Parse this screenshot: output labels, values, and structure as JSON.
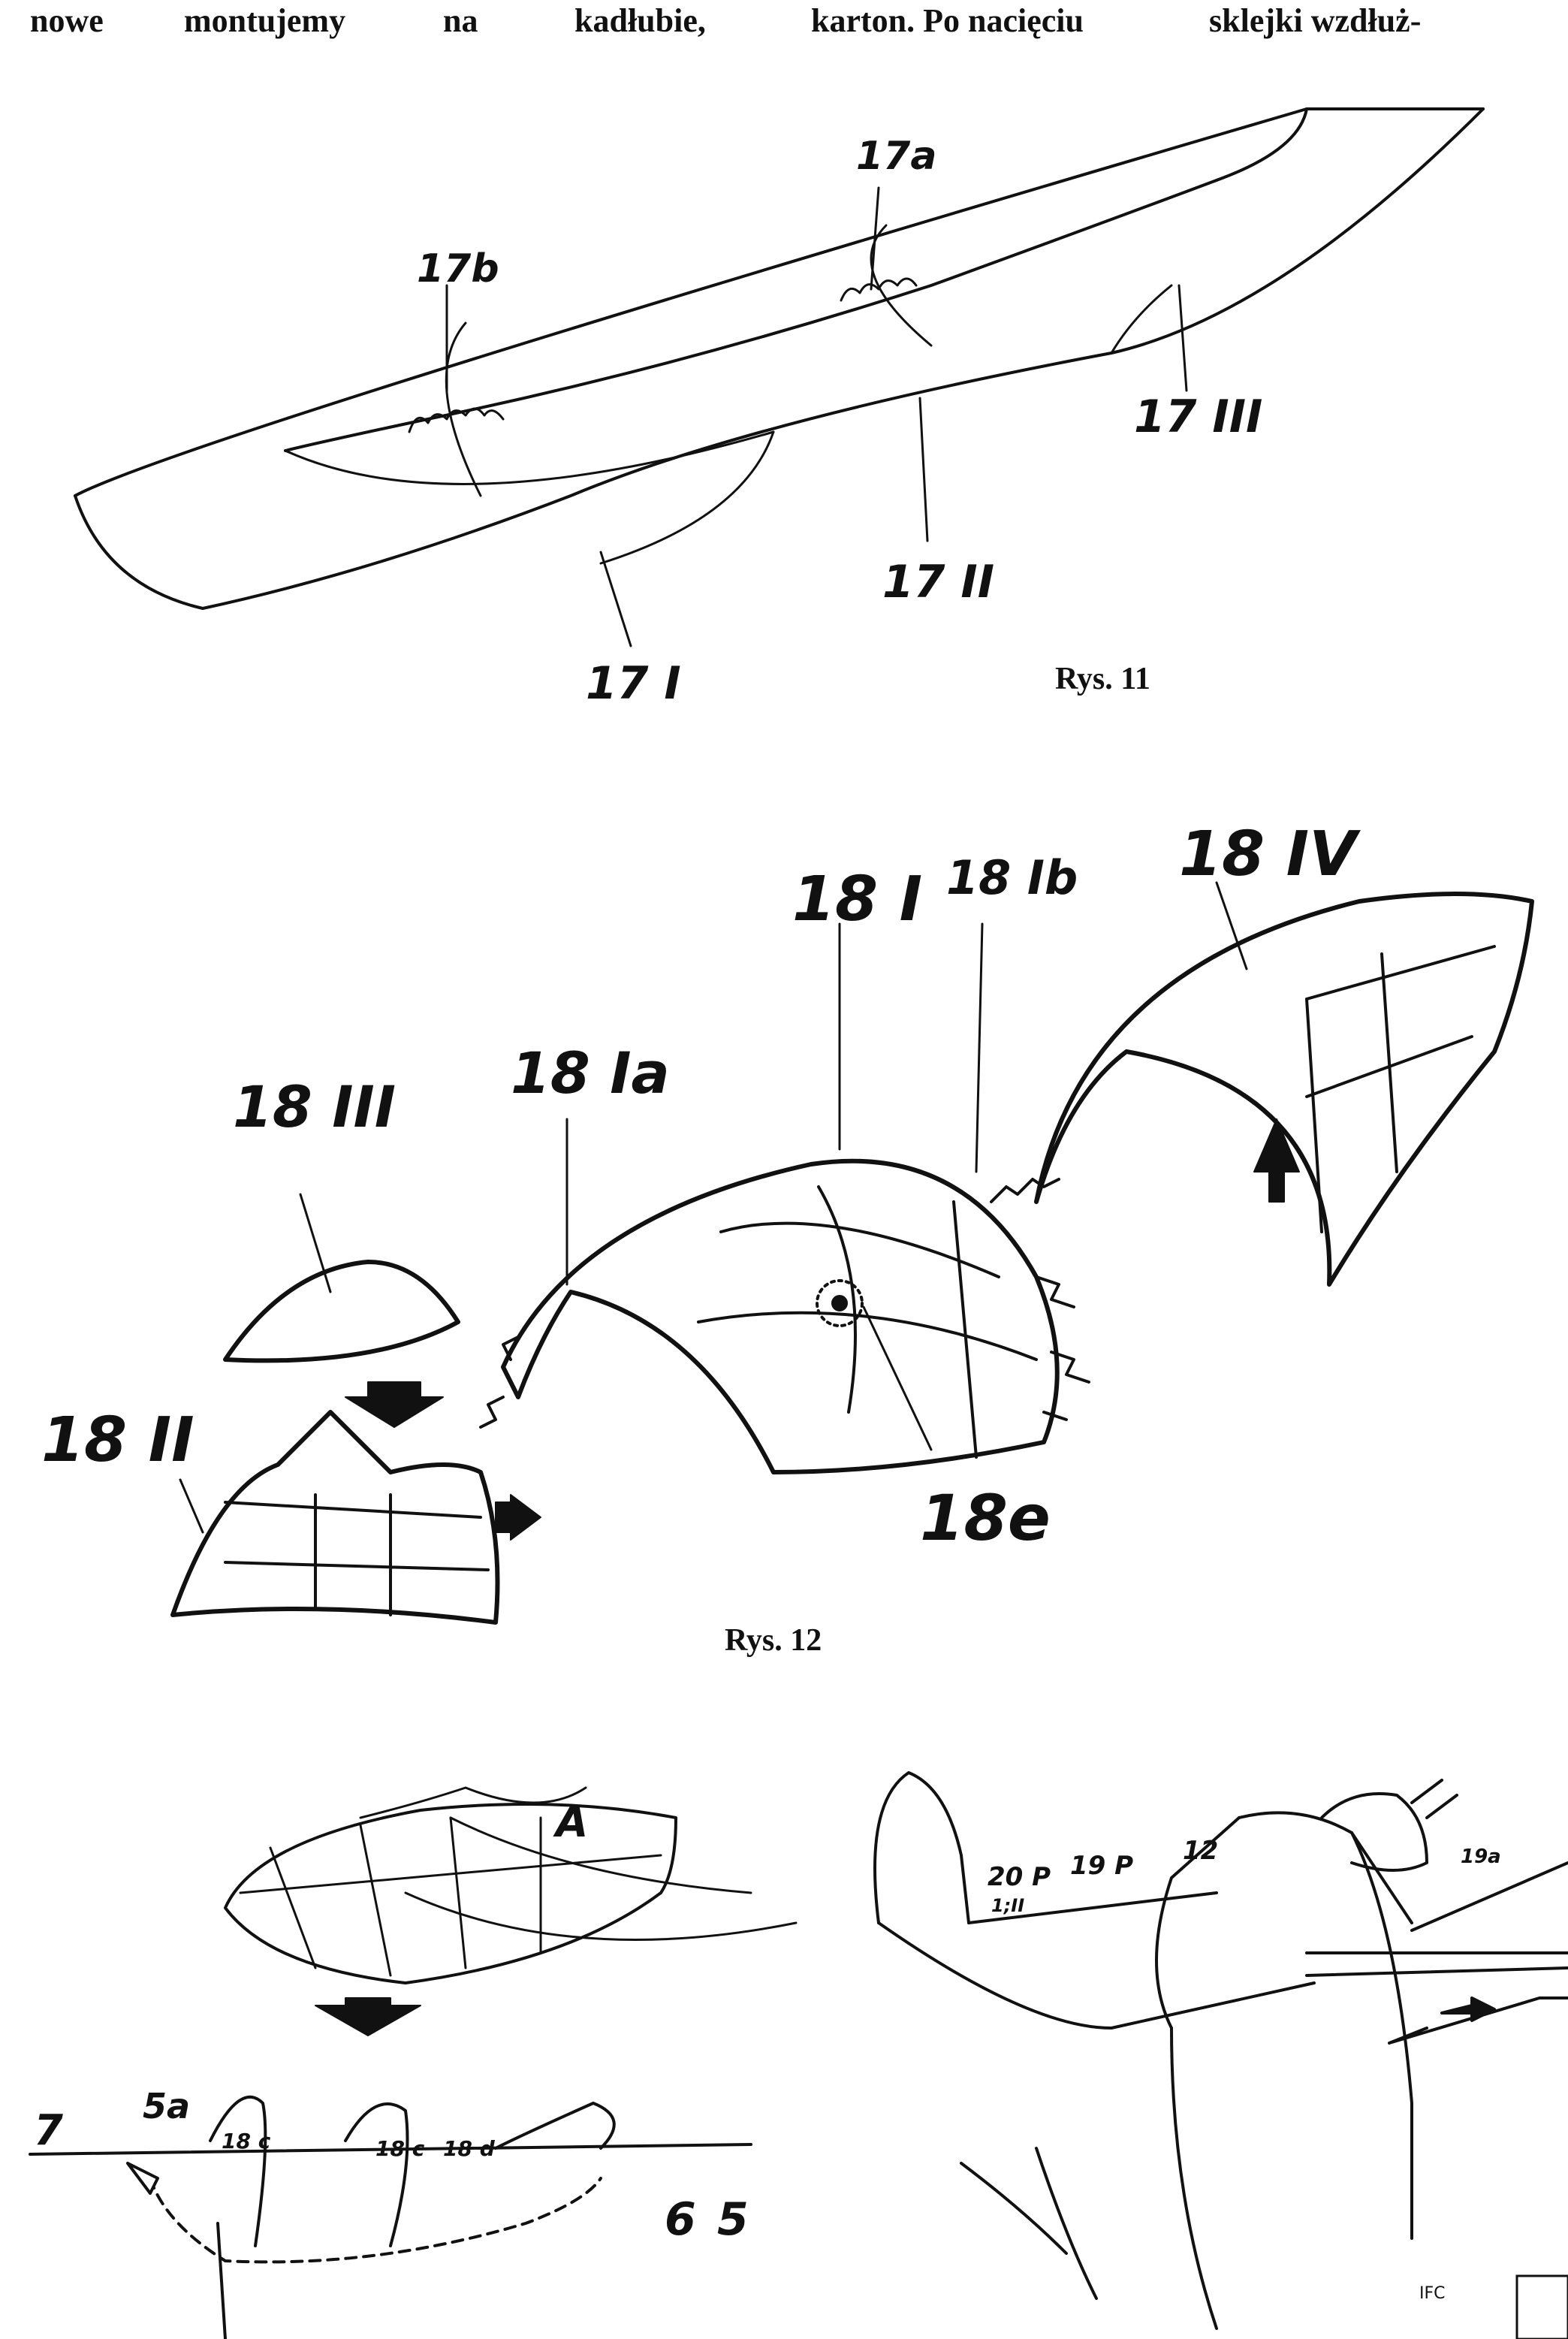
{
  "header_words": [
    "nowe",
    "montujemy",
    "na",
    "kadłubie,",
    "karton. Po nacięciu",
    "sklejki wzdłuż-"
  ],
  "figure11": {
    "caption": "Rys. 11",
    "labels": {
      "17a": "17a",
      "17b": "17b",
      "17I": "17 I",
      "17II": "17 II",
      "17III": "17 III"
    }
  },
  "figure12": {
    "caption": "Rys. 12",
    "labels": {
      "18I": "18 I",
      "18Ib": "18 Ib",
      "18IV": "18 IV",
      "18Ia": "18 Ia",
      "18III": "18 III",
      "18II": "18 II",
      "18e": "18e"
    }
  },
  "figure13": {
    "labels": {
      "A": "A",
      "7": "7",
      "5a": "5a",
      "18c_1": "18 c",
      "18c_2": "18 c",
      "18d": "18 d",
      "6": "6",
      "5": "5"
    }
  },
  "figure14": {
    "labels": {
      "20P": "20 P",
      "1II": "1;II",
      "19P": "19 P",
      "12": "12",
      "19a": "19a"
    }
  },
  "corner_mark": "IFC"
}
